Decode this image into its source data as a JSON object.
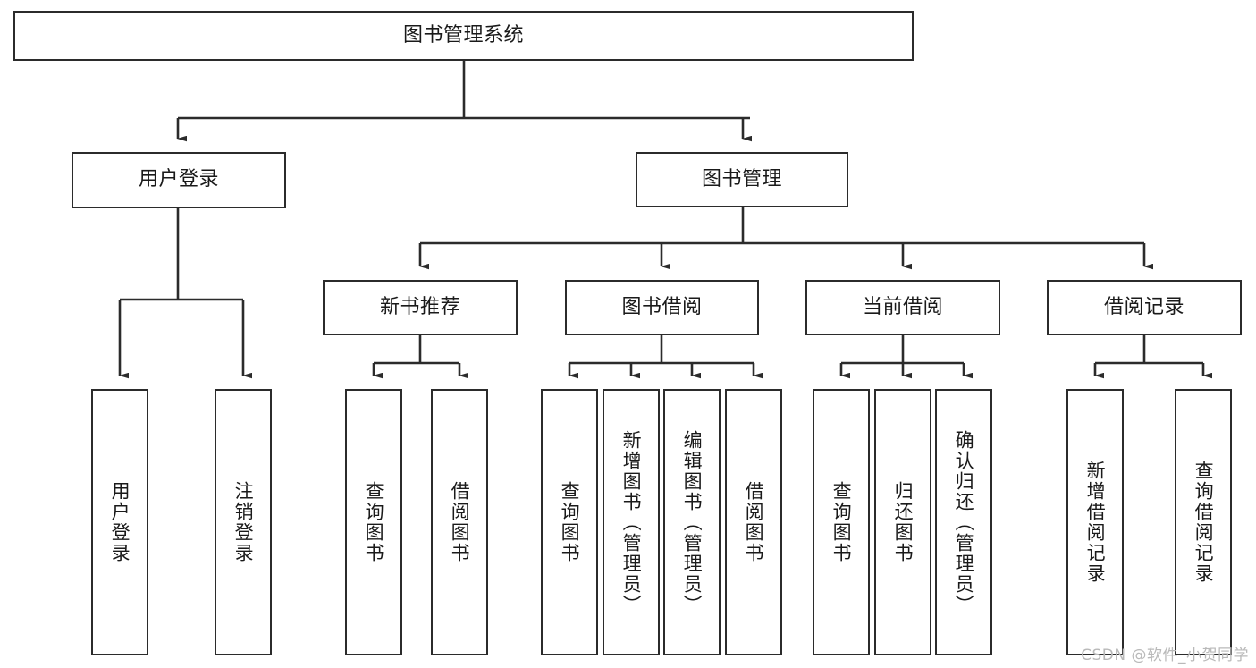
{
  "diagram": {
    "type": "tree",
    "title": "图书管理系统",
    "watermark": "CSDN @软件_小贺同学",
    "colors": {
      "stroke": "#2b2b2b",
      "background": "#ffffff",
      "text": "#1a1a1a",
      "watermark": "#b9b9b9"
    },
    "nodes": {
      "root": {
        "label": "图书管理系统",
        "orientation": "horizontal",
        "level": 0
      },
      "l1_user_login": {
        "label": "用户登录",
        "orientation": "horizontal",
        "level": 1
      },
      "l1_book_manage": {
        "label": "图书管理",
        "orientation": "horizontal",
        "level": 1
      },
      "l2_new_book_rec": {
        "label": "新书推荐",
        "orientation": "horizontal",
        "level": 2
      },
      "l2_book_borrow": {
        "label": "图书借阅",
        "orientation": "horizontal",
        "level": 2
      },
      "l2_current_borrow": {
        "label": "当前借阅",
        "orientation": "horizontal",
        "level": 2
      },
      "l2_borrow_record": {
        "label": "借阅记录",
        "orientation": "horizontal",
        "level": 2
      },
      "leaf_user_login": {
        "label": "用户登录",
        "orientation": "vertical",
        "level": 3
      },
      "leaf_logout": {
        "label": "注销登录",
        "orientation": "vertical",
        "level": 3
      },
      "leaf_rec_query": {
        "label": "查询图书",
        "orientation": "vertical",
        "level": 3
      },
      "leaf_rec_borrow": {
        "label": "借阅图书",
        "orientation": "vertical",
        "level": 3
      },
      "leaf_borrow_query": {
        "label": "查询图书",
        "orientation": "vertical",
        "level": 3
      },
      "leaf_borrow_add": {
        "label": "新增图书（管理员）",
        "orientation": "vertical",
        "level": 3
      },
      "leaf_borrow_edit": {
        "label": "编辑图书（管理员）",
        "orientation": "vertical",
        "level": 3
      },
      "leaf_borrow_lend": {
        "label": "借阅图书",
        "orientation": "vertical",
        "level": 3
      },
      "leaf_cur_query": {
        "label": "查询图书",
        "orientation": "vertical",
        "level": 3
      },
      "leaf_cur_return": {
        "label": "归还图书",
        "orientation": "vertical",
        "level": 3
      },
      "leaf_cur_confirm": {
        "label": "确认归还（管理员）",
        "orientation": "vertical",
        "level": 3
      },
      "leaf_rec_add": {
        "label": "新增借阅记录",
        "orientation": "vertical",
        "level": 3
      },
      "leaf_rec_search": {
        "label": "查询借阅记录",
        "orientation": "vertical",
        "level": 3
      }
    },
    "edges": [
      {
        "from": "root",
        "to": "l1_user_login"
      },
      {
        "from": "root",
        "to": "l1_book_manage"
      },
      {
        "from": "l1_user_login",
        "to": "leaf_user_login"
      },
      {
        "from": "l1_user_login",
        "to": "leaf_logout"
      },
      {
        "from": "l1_book_manage",
        "to": "l2_new_book_rec"
      },
      {
        "from": "l1_book_manage",
        "to": "l2_book_borrow"
      },
      {
        "from": "l1_book_manage",
        "to": "l2_current_borrow"
      },
      {
        "from": "l1_book_manage",
        "to": "l2_borrow_record"
      },
      {
        "from": "l2_new_book_rec",
        "to": "leaf_rec_query"
      },
      {
        "from": "l2_new_book_rec",
        "to": "leaf_rec_borrow"
      },
      {
        "from": "l2_book_borrow",
        "to": "leaf_borrow_query"
      },
      {
        "from": "l2_book_borrow",
        "to": "leaf_borrow_add"
      },
      {
        "from": "l2_book_borrow",
        "to": "leaf_borrow_edit"
      },
      {
        "from": "l2_book_borrow",
        "to": "leaf_borrow_lend"
      },
      {
        "from": "l2_current_borrow",
        "to": "leaf_cur_query"
      },
      {
        "from": "l2_current_borrow",
        "to": "leaf_cur_return"
      },
      {
        "from": "l2_current_borrow",
        "to": "leaf_cur_confirm"
      },
      {
        "from": "l2_borrow_record",
        "to": "leaf_rec_add"
      },
      {
        "from": "l2_borrow_record",
        "to": "leaf_rec_search"
      }
    ]
  }
}
